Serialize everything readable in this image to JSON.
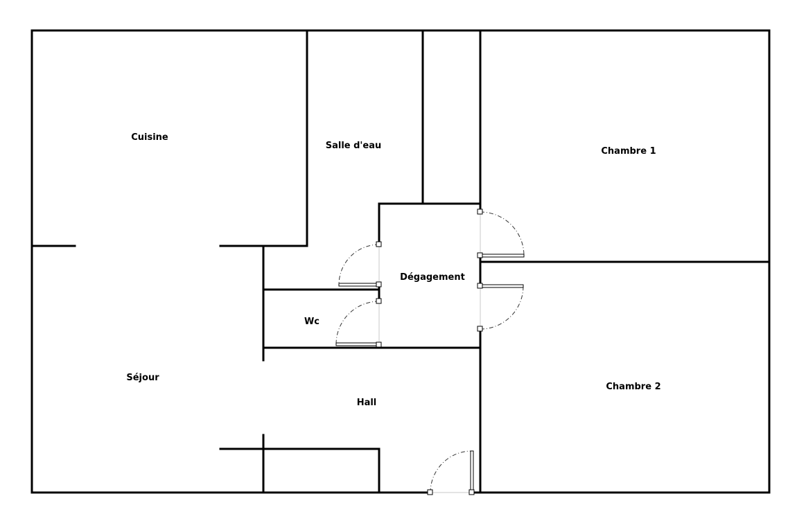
{
  "rooms": {
    "cuisine": "Cuisine",
    "salle_deau": "Salle d'eau",
    "chambre1": "Chambre 1",
    "degagement": "Dégagement",
    "wc": "Wc",
    "sejour": "Séjour",
    "hall": "Hall",
    "chambre2": "Chambre 2"
  }
}
